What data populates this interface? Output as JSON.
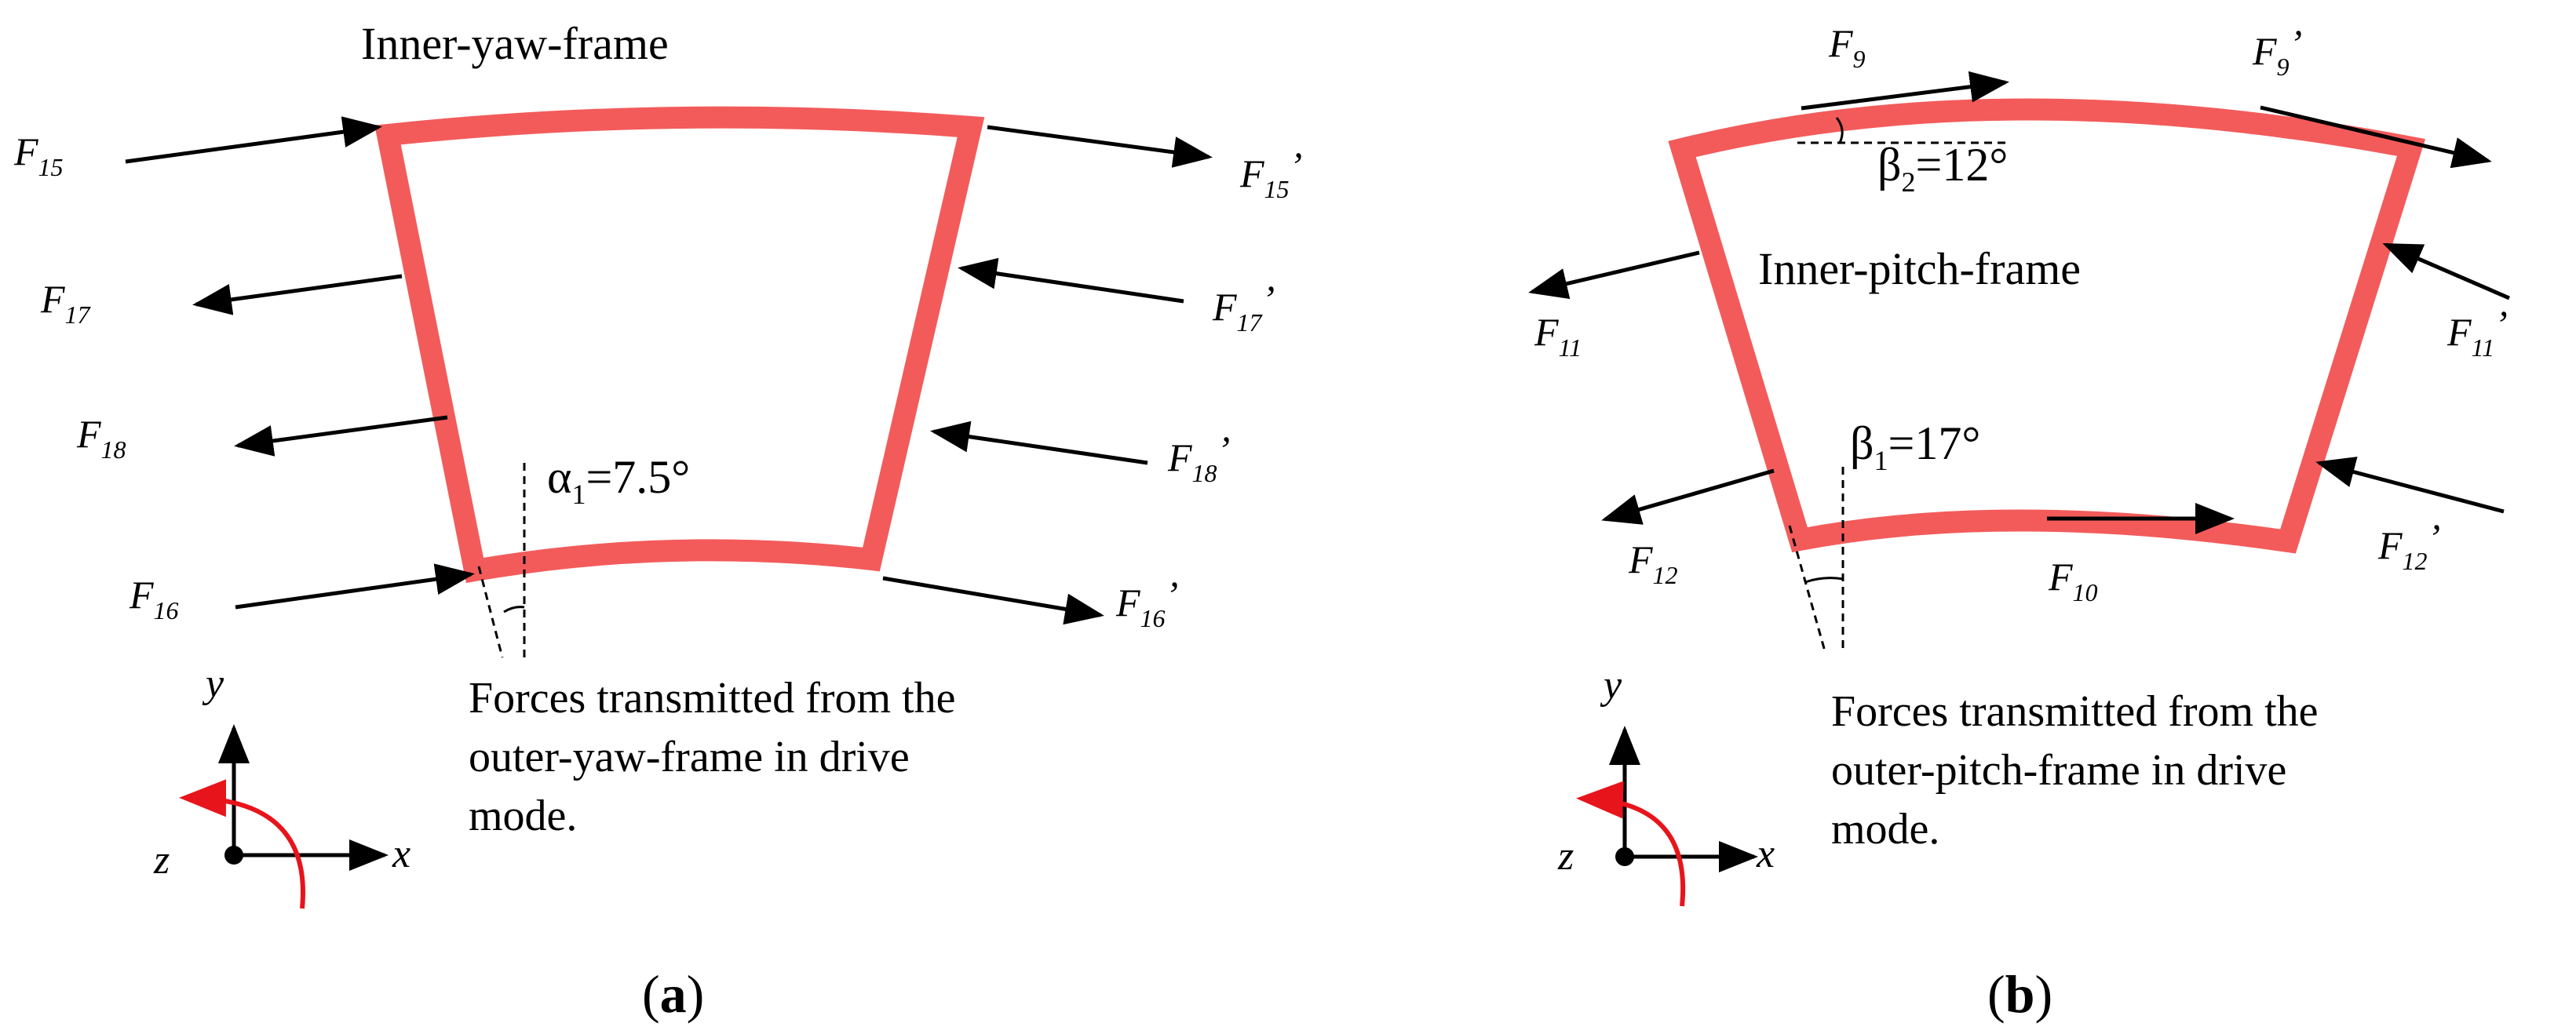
{
  "colors": {
    "frame": "#f35b5b",
    "arrow": "#000000",
    "axis_turn": "#e8141b"
  },
  "panel_a": {
    "title": "Inner-yaw-frame",
    "angle_symbol": "α",
    "angle_sub": "1",
    "angle_value": "=7.5°",
    "caption_lines": [
      "Forces transmitted from the",
      "outer-yaw-frame in drive",
      "mode."
    ],
    "label_open": "(",
    "label_letter": "a",
    "label_close": ")",
    "forces": [
      {
        "base": "F",
        "sub": "15",
        "prime": ""
      },
      {
        "base": "F",
        "sub": "15",
        "prime": "’"
      },
      {
        "base": "F",
        "sub": "17",
        "prime": ""
      },
      {
        "base": "F",
        "sub": "17",
        "prime": "’"
      },
      {
        "base": "F",
        "sub": "18",
        "prime": ""
      },
      {
        "base": "F",
        "sub": "18",
        "prime": "’"
      },
      {
        "base": "F",
        "sub": "16",
        "prime": ""
      },
      {
        "base": "F",
        "sub": "16",
        "prime": "’"
      }
    ],
    "axes": {
      "y": "y",
      "x": "x",
      "z": "z"
    }
  },
  "panel_b": {
    "title": "Inner-pitch-frame",
    "angle2_symbol": "β",
    "angle2_sub": "2",
    "angle2_value": "=12°",
    "angle1_symbol": "β",
    "angle1_sub": "1",
    "angle1_value": "=17°",
    "caption_lines": [
      "Forces transmitted from the",
      "outer-pitch-frame in drive",
      "mode."
    ],
    "label_open": "(",
    "label_letter": "b",
    "label_close": ")",
    "forces": [
      {
        "base": "F",
        "sub": "9",
        "prime": ""
      },
      {
        "base": "F",
        "sub": "9",
        "prime": "’"
      },
      {
        "base": "F",
        "sub": "11",
        "prime": ""
      },
      {
        "base": "F",
        "sub": "11",
        "prime": "’"
      },
      {
        "base": "F",
        "sub": "12",
        "prime": ""
      },
      {
        "base": "F",
        "sub": "12",
        "prime": "’"
      },
      {
        "base": "F",
        "sub": "10",
        "prime": ""
      }
    ],
    "axes": {
      "y": "y",
      "x": "x",
      "z": "z"
    }
  }
}
